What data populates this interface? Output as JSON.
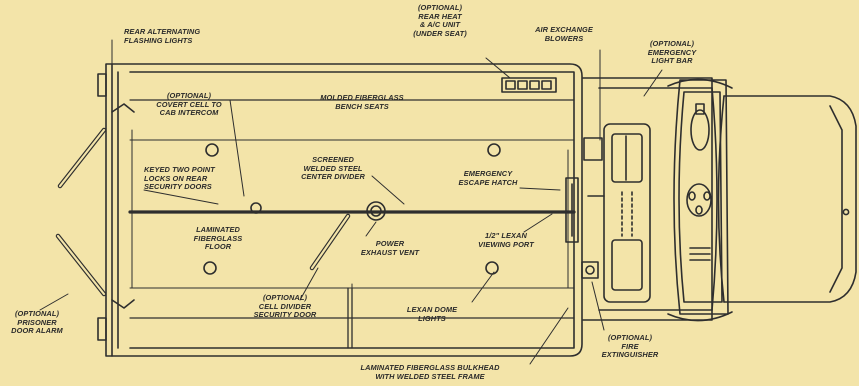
{
  "labels": {
    "rear_alternating_lights": "REAR ALTERNATING\nFLASHING LIGHTS",
    "rear_heat_ac": "(OPTIONAL)\nREAR HEAT\n& A/C UNIT\n(UNDER SEAT)",
    "air_exchange_blowers": "AIR EXCHANGE\nBLOWERS",
    "emergency_light_bar": "(OPTIONAL)\nEMERGENCY\nLIGHT BAR",
    "covert_cell_intercom": "(OPTIONAL)\nCOVERT CELL TO\nCAB INTERCOM",
    "molded_bench_seats": "MOLDED FIBERGLASS\nBENCH SEATS",
    "keyed_locks": "KEYED TWO POINT\nLOCKS ON REAR\nSECURITY DOORS",
    "center_divider": "SCREENED\nWELDED STEEL\nCENTER DIVIDER",
    "emergency_hatch": "EMERGENCY\nESCAPE HATCH",
    "laminated_floor": "LAMINATED\nFIBERGLASS\nFLOOR",
    "power_exhaust_vent": "POWER\nEXHAUST VENT",
    "lexan_viewing_port": "1/2\" LEXAN\nVIEWING PORT",
    "prisoner_door_alarm": "(OPTIONAL)\nPRISONER\nDOOR ALARM",
    "cell_divider_door": "(OPTIONAL)\nCELL DIVIDER\nSECURITY DOOR",
    "lexan_dome_lights": "LEXAN DOME\nLIGHTS",
    "fire_extinguisher": "(OPTIONAL)\nFIRE\nEXTINGUISHER",
    "bulkhead": "LAMINATED FIBERGLASS BULKHEAD\nWITH WELDED STEEL FRAME"
  },
  "colors": {
    "background": "#f3e4a9",
    "line": "#2e2e2e",
    "fill": "#f3e4a9"
  }
}
